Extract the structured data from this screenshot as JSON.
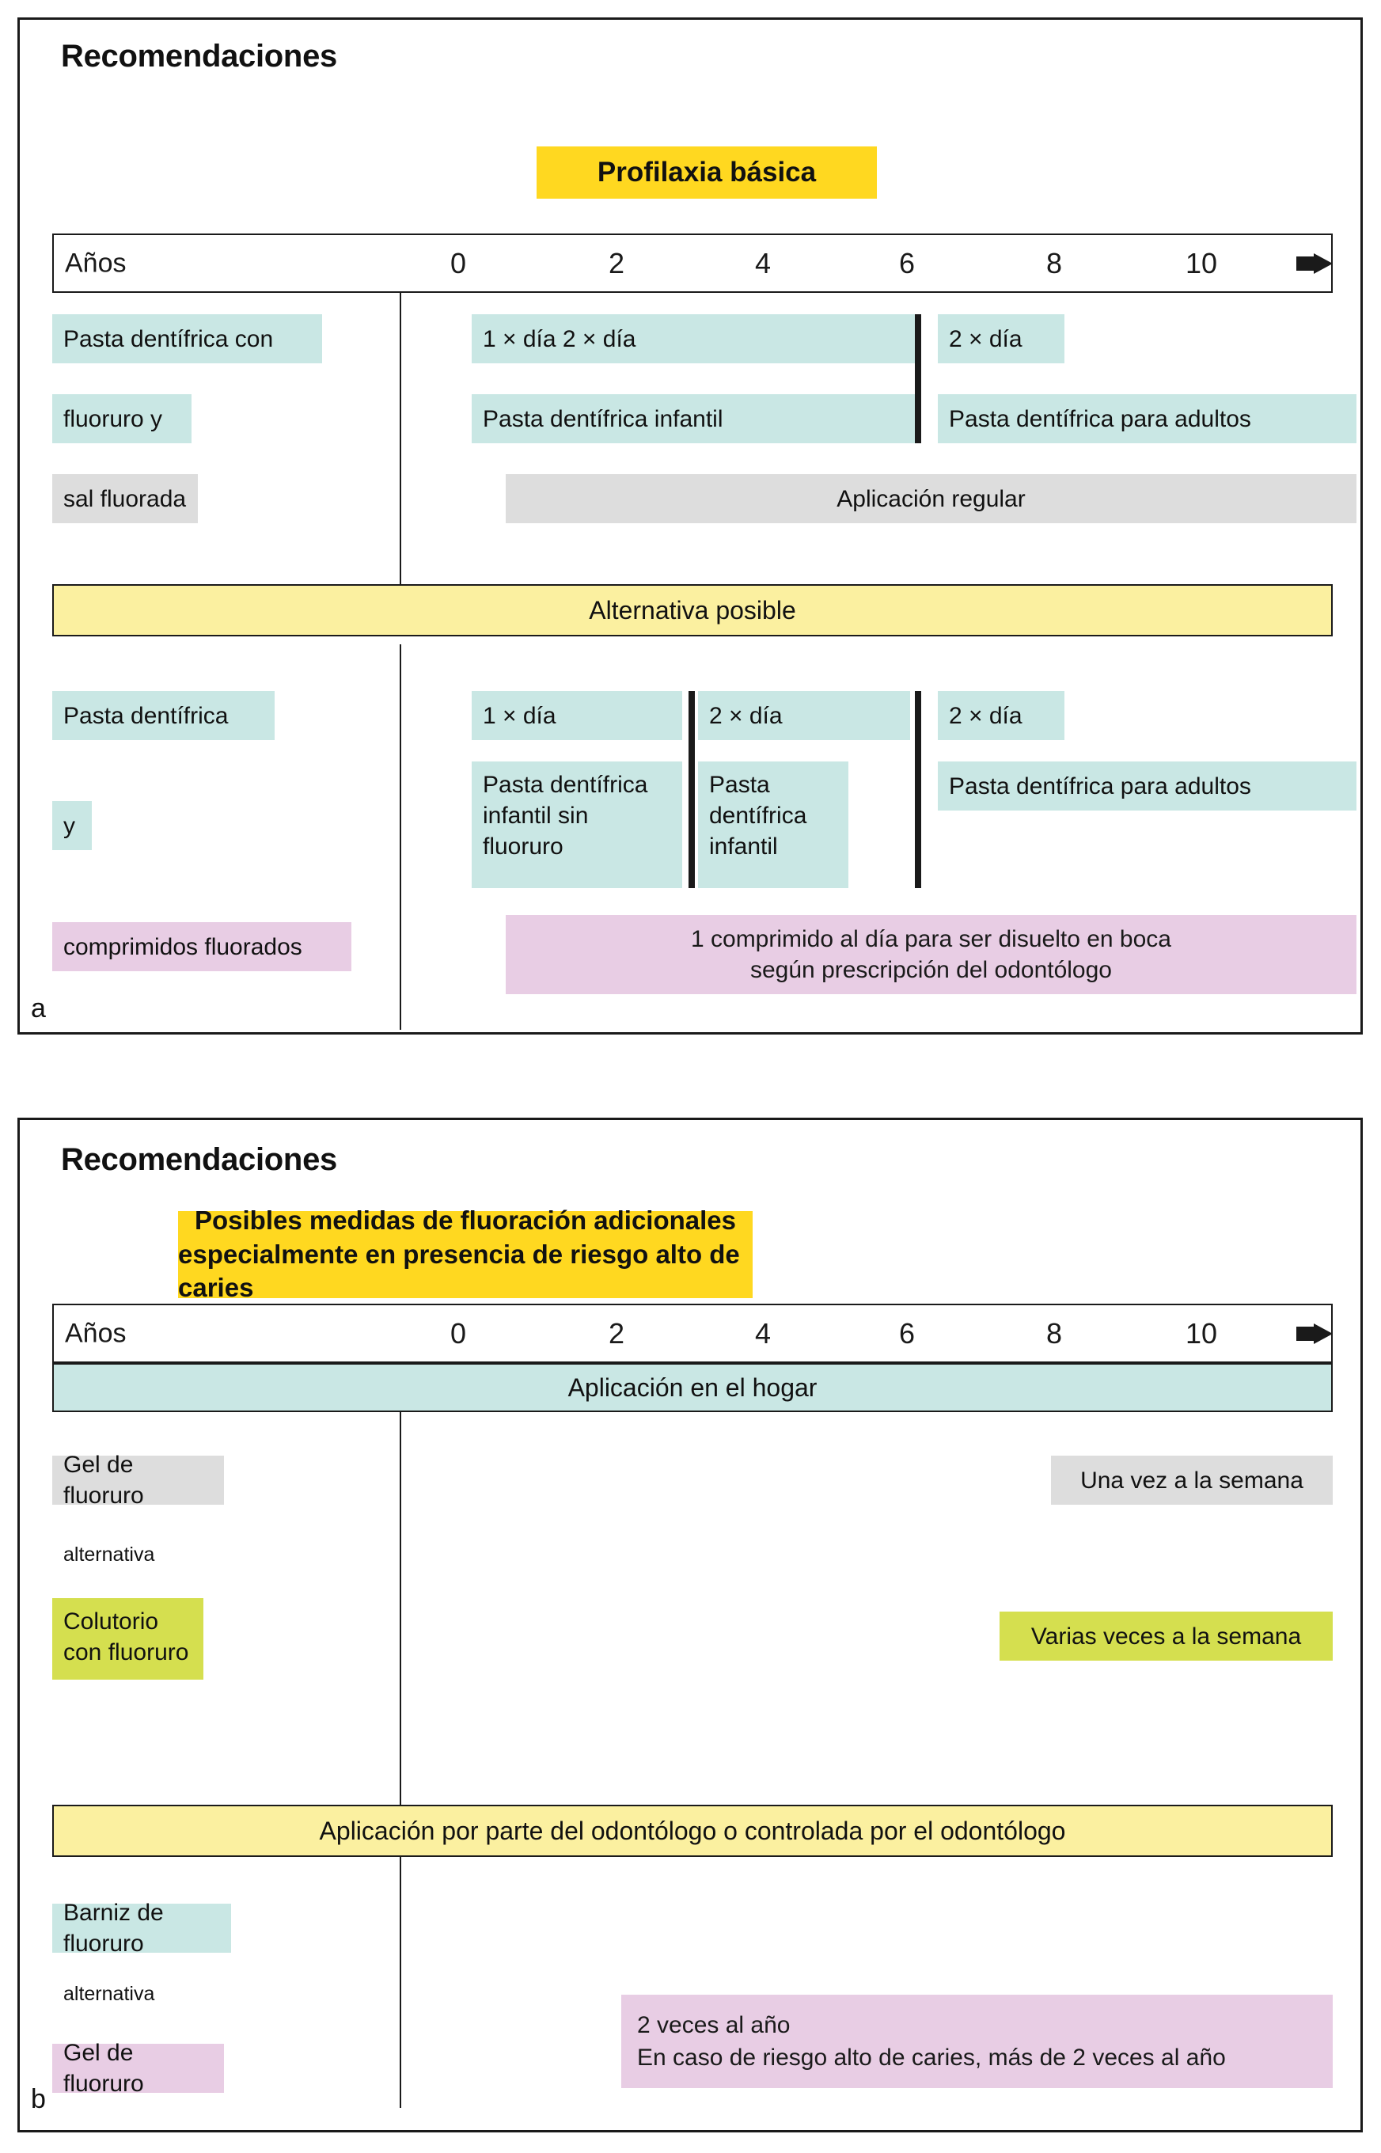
{
  "figure": {
    "panels": [
      {
        "letter": "a",
        "heading": "Recomendaciones",
        "banner": "Profilaxia básica",
        "banner_color": "#FFD820",
        "axis": {
          "label": "Años",
          "ticks": [
            "0",
            "2",
            "4",
            "6",
            "8",
            "10"
          ],
          "arrow_icon": "right-arrow-icon"
        },
        "section1": {
          "left_labels": [
            {
              "text": "Pasta dentífrica con",
              "color": "#C9E7E4"
            },
            {
              "text": "fluoruro y",
              "color": "#C9E7E4"
            },
            {
              "text": "sal fluorada",
              "color": "#DDDDDD"
            }
          ],
          "freq_chips": [
            {
              "text": "1 × día   2 × día",
              "color": "#C9E7E4"
            },
            {
              "text": "2 × día",
              "color": "#C9E7E4"
            }
          ],
          "product_chips": [
            {
              "text": "Pasta dentífrica infantil",
              "color": "#C9E7E4"
            },
            {
              "text": "Pasta dentífrica para adultos",
              "color": "#C9E7E4"
            }
          ],
          "regular_bar": {
            "text": "Aplicación regular",
            "color": "#DDDDDD"
          }
        },
        "divider_bar": {
          "text": "Alternativa posible",
          "color": "#FBF0A0"
        },
        "section2": {
          "left_labels": [
            {
              "text": "Pasta dentífrica",
              "color": "#C9E7E4"
            },
            {
              "text": "y",
              "color": "#C9E7E4"
            },
            {
              "text": "comprimidos fluorados",
              "color": "#E8CDE4"
            }
          ],
          "freq_chips": [
            {
              "text": "1 × día",
              "color": "#C9E7E4"
            },
            {
              "text": "2 × día",
              "color": "#C9E7E4"
            },
            {
              "text": "2 × día",
              "color": "#C9E7E4"
            }
          ],
          "product_chips": [
            {
              "text": "Pasta dentífrica infantil sin fluoruro",
              "color": "#C9E7E4"
            },
            {
              "text": "Pasta dentífrica infantil",
              "color": "#C9E7E4"
            },
            {
              "text": "Pasta dentífrica para adultos",
              "color": "#C9E7E4"
            }
          ],
          "tablet_bar": {
            "line1": "1 comprimido al día para ser disuelto en boca",
            "line2": "según prescripción del odontólogo",
            "color": "#E8CDE4"
          }
        }
      },
      {
        "letter": "b",
        "heading": "Recomendaciones",
        "banner_line1": "Posibles medidas de fluoración adicionales",
        "banner_line2": "especialmente en presencia de riesgo alto de caries",
        "banner_color": "#FFD820",
        "axis": {
          "label": "Años",
          "ticks": [
            "0",
            "2",
            "4",
            "6",
            "8",
            "10"
          ],
          "arrow_icon": "right-arrow-icon"
        },
        "home_bar": {
          "text": "Aplicación en el hogar",
          "color": "#C9E7E4"
        },
        "home_section": {
          "left_labels": [
            {
              "text": "Gel de fluoruro",
              "color": "#DDDDDD"
            },
            {
              "text": "alternativa",
              "color": "transparent"
            },
            {
              "text": "Colutorio con fluoruro",
              "color": "#D5DF4F"
            }
          ],
          "right_chips": [
            {
              "text": "Una vez a la semana",
              "color": "#DDDDDD"
            },
            {
              "text": "Varias veces a la semana",
              "color": "#D5DF4F"
            }
          ]
        },
        "dentist_bar": {
          "text": "Aplicación por parte del odontólogo o controlada por el odontólogo",
          "color": "#FBF0A0"
        },
        "dentist_section": {
          "left_labels": [
            {
              "text": "Barniz de fluoruro",
              "color": "#C9E7E4"
            },
            {
              "text": "alternativa",
              "color": "transparent"
            },
            {
              "text": "Gel de fluoruro",
              "color": "#E8CDE4"
            }
          ],
          "frequency_box": {
            "line1": "2 veces al año",
            "line2": "En caso de riesgo alto de caries, más de 2 veces al año",
            "color": "#E8CDE4"
          }
        }
      }
    ]
  }
}
